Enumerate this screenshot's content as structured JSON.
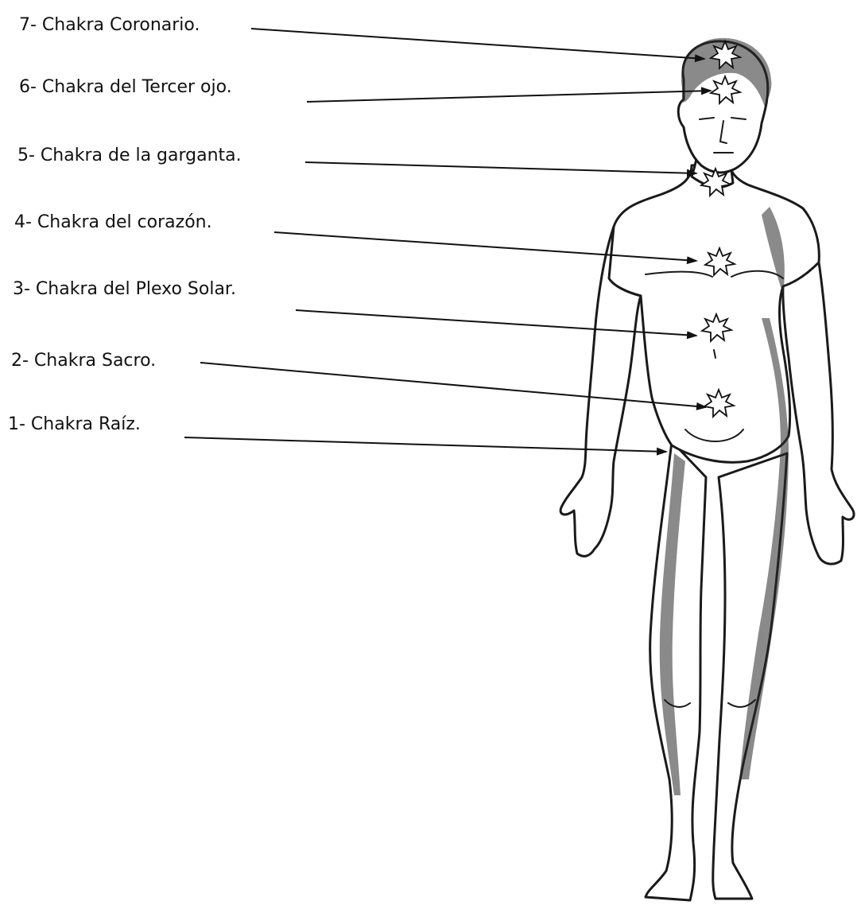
{
  "labels": [
    {
      "id": "crown",
      "text": "7- Chakra Coronario."
    },
    {
      "id": "third-eye",
      "text": "6- Chakra del Tercer ojo."
    },
    {
      "id": "throat",
      "text": "5- Chakra de la garganta."
    },
    {
      "id": "heart",
      "text": "4- Chakra  del corazón."
    },
    {
      "id": "solar-plexus",
      "text": "3- Chakra del Plexo Solar."
    },
    {
      "id": "sacral",
      "text": "2- Chakra Sacro."
    },
    {
      "id": "root",
      "text": "1- Chakra Raíz."
    }
  ],
  "colors": {
    "ink": "#111111",
    "paper": "#ffffff"
  }
}
